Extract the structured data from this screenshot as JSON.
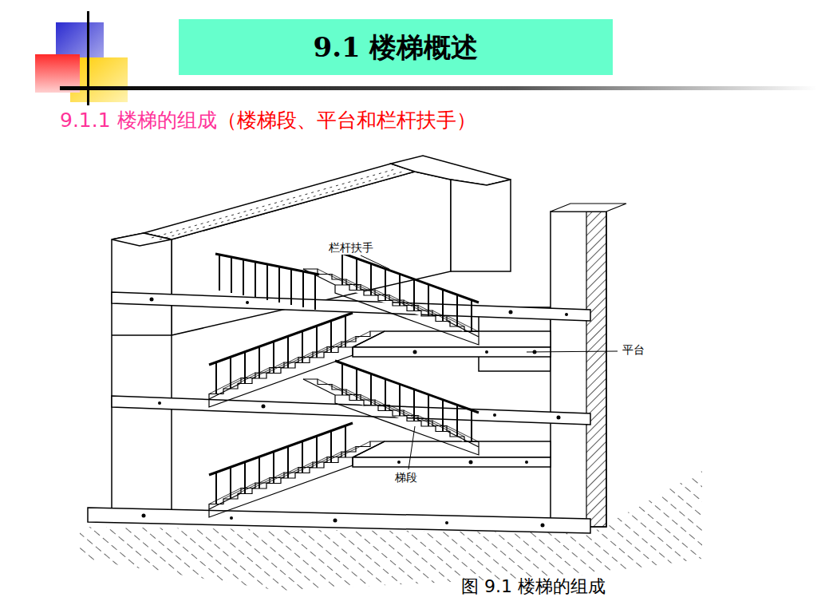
{
  "diagram": {
    "title": "9.1 楼梯概述",
    "caption": "图 9.1  楼梯的组成",
    "labels": [
      "9.1.1 楼梯的组成",
      "（楼梯段、平台和栏杆扶手）",
      "栏杆扶手",
      "平台",
      "梯段"
    ]
  }
}
